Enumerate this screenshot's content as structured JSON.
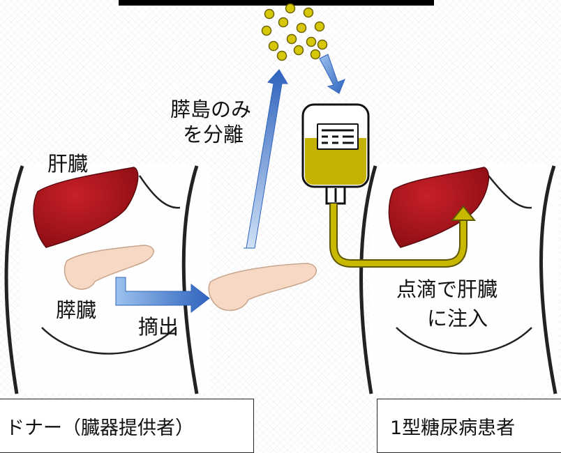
{
  "labels": {
    "liver": "肝臓",
    "pancreas": "膵臓",
    "extract": "摘出",
    "isolate_line1": "膵島のみ",
    "isolate_line2": "を分離",
    "drip_line1": "点滴で肝臓",
    "drip_line2": "に注入"
  },
  "boxes": {
    "donor": "ドナー（臓器提供者）",
    "patient": "1型糖尿病患者"
  },
  "colors": {
    "liver": "#a8141b",
    "pancreas": "#f7d8c4",
    "islet": "#d6c70a",
    "bag_fluid": "#c5b200",
    "arrow_blue": "#3f73c7",
    "arrow_yellow": "#b4a300"
  }
}
